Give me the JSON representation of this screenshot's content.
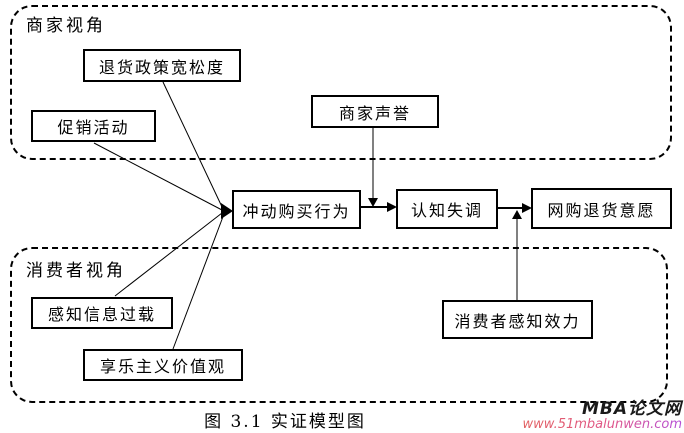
{
  "figure": {
    "caption": "图 3.1  实证模型图",
    "groups": {
      "merchant": {
        "label": "商家视角"
      },
      "consumer": {
        "label": "消费者视角"
      }
    },
    "nodes": {
      "return_policy": "退货政策宽松度",
      "promotion": "促销活动",
      "merchant_reputation": "商家声誉",
      "impulse_buying": "冲动购买行为",
      "cognitive_dissonance": "认知失调",
      "return_intention": "网购退货意愿",
      "info_overload": "感知信息过载",
      "hedonic_values": "享乐主义价值观",
      "perceived_efficacy": "消费者感知效力"
    }
  },
  "watermark": {
    "brand": "MBA论文网",
    "url": "www.51mbalunwen.com",
    "brand_color": "#1a1a1a",
    "url_color_start": "#e26060",
    "url_color_end": "#b44fd8"
  },
  "colors": {
    "line": "#000000",
    "box_border": "#000000",
    "background": "#ffffff"
  }
}
